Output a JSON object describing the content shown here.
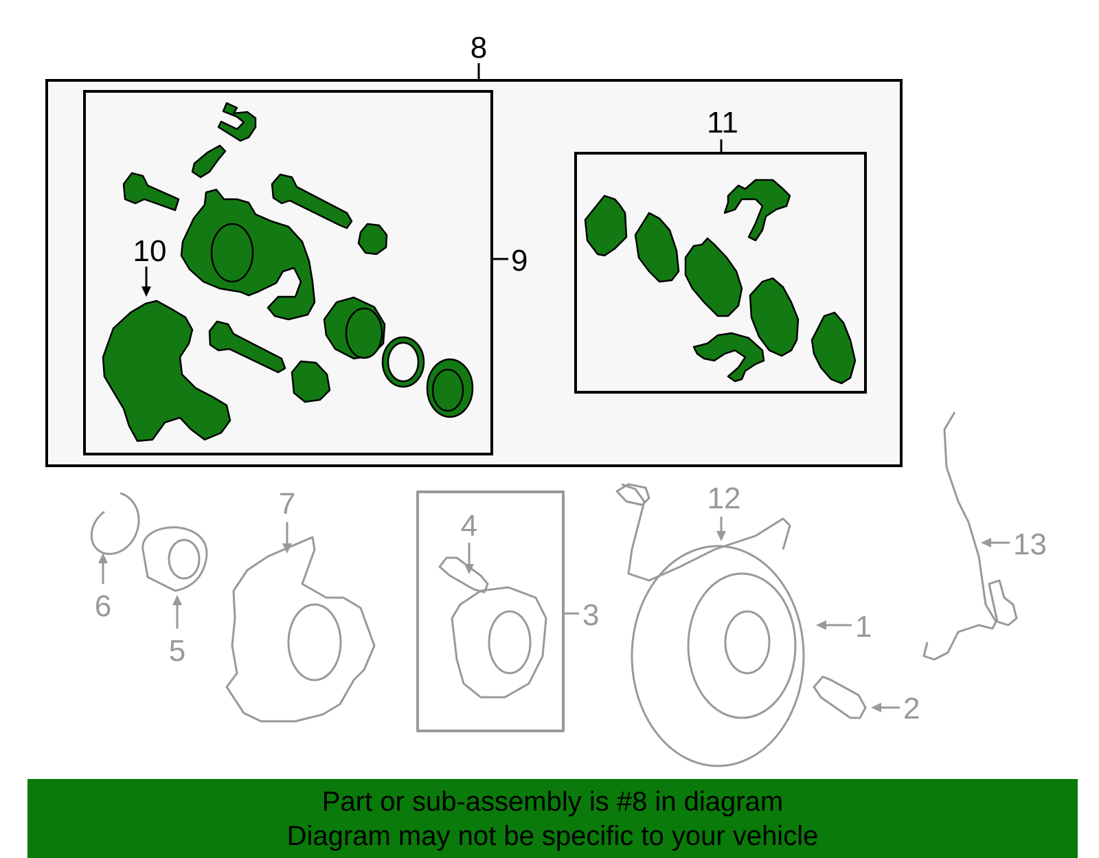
{
  "colors": {
    "highlight_fill": "#137a13",
    "highlight_stroke": "#000000",
    "muted": "#999999",
    "panel_fill": "#f7f7f7",
    "banner_fill": "#0a7a0a"
  },
  "callouts": {
    "c1": "1",
    "c2": "2",
    "c3": "3",
    "c4": "4",
    "c5": "5",
    "c6": "6",
    "c7": "7",
    "c8": "8",
    "c9": "9",
    "c10": "10",
    "c11": "11",
    "c12": "12",
    "c13": "13"
  },
  "banner": {
    "line1": "Part or sub-assembly is #8 in diagram",
    "line2": "Diagram may not be specific to your vehicle"
  }
}
